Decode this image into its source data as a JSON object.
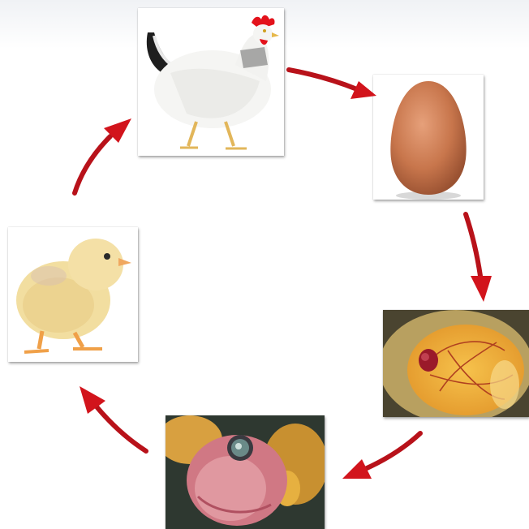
{
  "diagram": {
    "stages": [
      {
        "name": "hen",
        "image": "white-hen-photo"
      },
      {
        "name": "egg",
        "image": "brown-egg-photo"
      },
      {
        "name": "embryo-early",
        "image": "early-embryo-on-yolk-photo"
      },
      {
        "name": "embryo-late",
        "image": "developed-embryo-photo"
      },
      {
        "name": "chick",
        "image": "yellow-chick-photo"
      }
    ],
    "arrow_color": "#d2141c",
    "flow": "clockwise"
  }
}
